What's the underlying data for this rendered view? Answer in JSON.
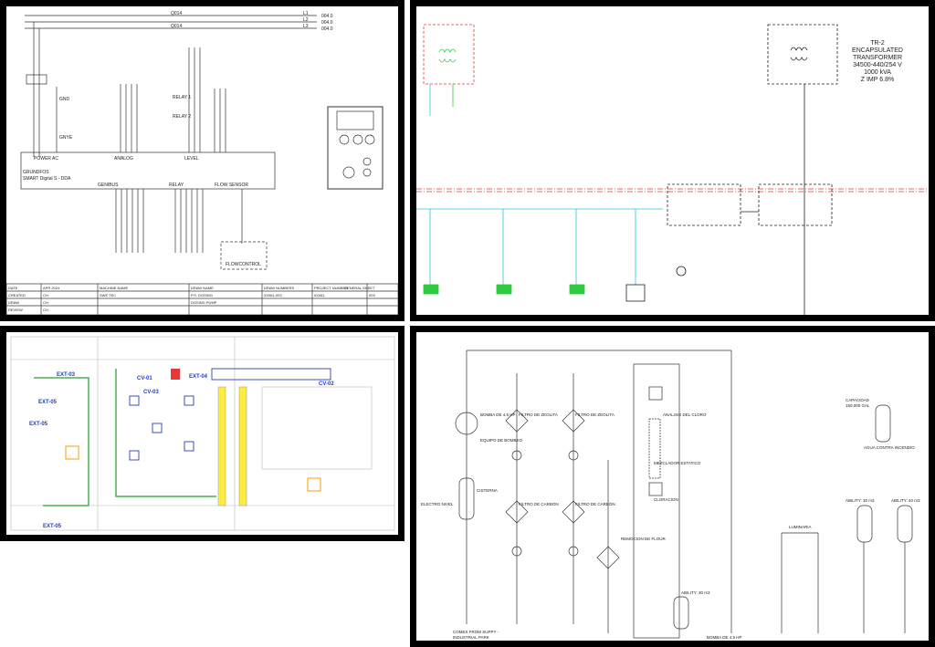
{
  "panels": {
    "electrical": {
      "top_labels": [
        "L1",
        "L2",
        "L3",
        "004.0",
        "004.0",
        "004.0"
      ],
      "ref_labels": [
        "Q014",
        "Q014"
      ],
      "label_power_ac": "POWER AC",
      "label_analog": "ANALOG",
      "label_level": "LEVEL",
      "label_relay1": "RELAY 1",
      "label_relay2": "RELAY 2",
      "label_device_line1": "GRUNDFOS",
      "label_device_line2": "SMART Digital S - DDA",
      "label_genibus": "GENIBUS",
      "label_relay": "RELAY",
      "label_flow_sensor": "FLOW SENSOR",
      "label_flowcontrol": "FLOWCONTROL",
      "label_gnd": "GND",
      "label_gnye": "GNYE",
      "title_block": {
        "row1": [
          "DATE",
          "APR 2024",
          "MACHINE NAME",
          "DRAW NAME",
          "DRAW NUMBERS",
          "PROJECT NUMBER",
          "GENERAL SHEET"
        ],
        "row2": [
          "CREATED",
          "CH",
          "SWE TEC",
          "P.S. DOSING",
          "0X061-003",
          "0X061",
          "003"
        ],
        "row3": [
          "DRAW",
          "CH",
          "",
          "DOSING PUMP",
          "",
          "",
          ""
        ],
        "row4": [
          "REVIEW",
          "CH",
          "",
          "",
          "",
          "",
          ""
        ]
      }
    },
    "transformer": {
      "title_line1": "TR-2",
      "title_line2": "ENCAPSULATED",
      "title_line3": "TRANSFORMER",
      "title_line4": "34500-440/254 V",
      "title_line5": "1000 kVA",
      "title_line6": "Z IMP 6.8%"
    },
    "floorplan": {
      "labels": [
        "EXT-03",
        "EXT-05",
        "EXT-05",
        "EXT-05",
        "EXT-04",
        "CV-01",
        "CV-02",
        "CV-03"
      ]
    },
    "piping": {
      "labels": {
        "bomba": "BOMBA DE 4.5 HP",
        "filtro_zeolita_1": "FILTRO DE ZEOLITA",
        "filtro_zeolita_2": "FILTRO DE ZEOLITA",
        "analisis_cloro": "ANALISIS DEL CLORO",
        "equipo_bombeo": "EQUIPO DE BOMBEO",
        "mezclador": "MEZCLADOR ESTATICO",
        "cloracion": "CLORACION",
        "cisterna": "CISTERNA",
        "electro_nivel": "ELECTRO NIVEL",
        "filtro_carbon_1": "FILTRO DE CARBÓN",
        "filtro_carbon_2": "FILTRO DE CARBÓN",
        "remocion": "REMOCION DE FLOUR",
        "capacidad": "CAPACIDAD",
        "capacidad_val": "150,000 GAL",
        "agua_incendio": "AGUA CONTRA INCENDIO",
        "ability_1": "ABILITY: 30 m3",
        "ability_2": "ABILITY: 40 m3",
        "ability_3": "ABILITY: 30 m3",
        "comes_from_1": "COMES FROM SUPPY -",
        "comes_from_2": "INDUSTRIAL PARK",
        "bomba_bottom": "BOMBA DE 4.5 HP",
        "luminaria": "LUMINARIA"
      }
    }
  }
}
